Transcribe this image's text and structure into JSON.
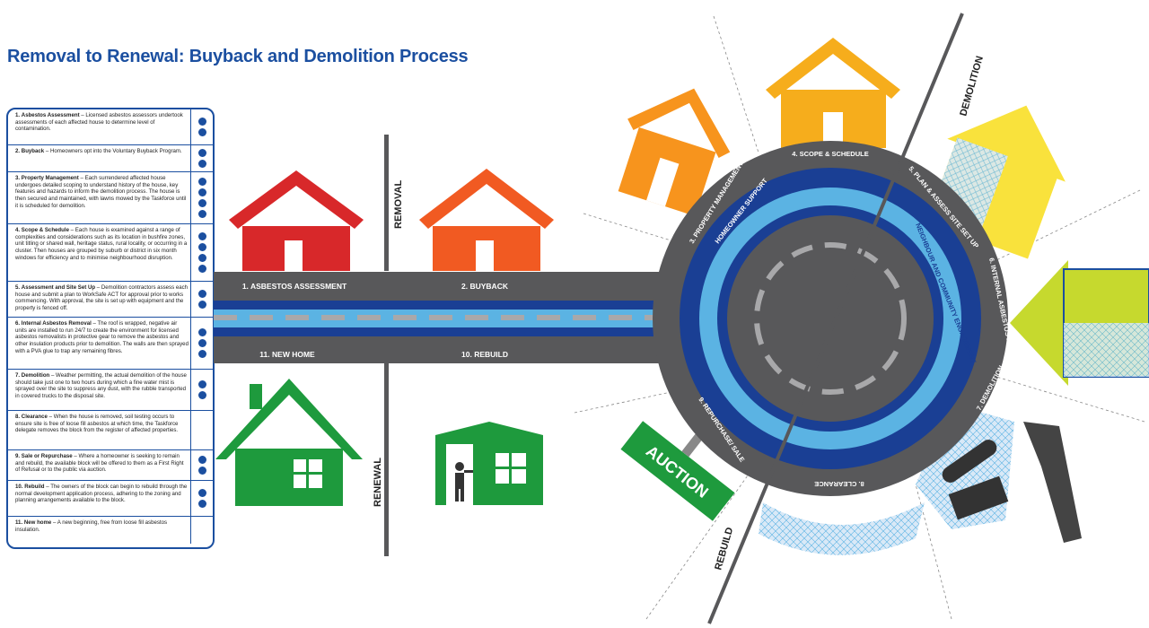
{
  "title": "Removal to Renewal: Buyback and Demolition Process",
  "steps": [
    {
      "num": "1.",
      "name": "Asbestos Assessment",
      "text": " – Licensed asbestos assessors undertook assessments of each affected house to determine level of contamination.",
      "icons": 2
    },
    {
      "num": "2.",
      "name": "Buyback",
      "text": " – Homeowners opt into the Voluntary Buyback Program.",
      "icons": 2
    },
    {
      "num": "3.",
      "name": "Property Management",
      "text": " – Each surrendered affected house undergoes detailed scoping to understand history of the house, key features and hazards to inform the demolition process. The house is then secured and maintained, with lawns mowed by the Taskforce until it is scheduled for demolition.",
      "icons": 4
    },
    {
      "num": "4.",
      "name": "Scope & Schedule",
      "text": " – Each house is examined against a range of complexities and considerations such as its location in bushfire zones, unit titling or shared wall, heritage status, rural locality, or occurring in a cluster. Then houses are grouped by suburb or district in six month windows for efficiency and to minimise neighbourhood disruption.",
      "icons": 4
    },
    {
      "num": "5.",
      "name": "Assessment and Site Set Up",
      "text": " – Demolition contractors assess each house and submit a plan to WorkSafe ACT for approval prior to works commencing. With approval, the site is set up with equipment and the property is fenced off.",
      "icons": 2
    },
    {
      "num": "6.",
      "name": "Internal Asbestos Removal",
      "text": " – The roof is wrapped, negative air units are installed to run 24/7 to create the environment for licensed asbestos removalists in protective gear to remove the asbestos and other insulation products prior to demolition. The walls are then sprayed with a PVA glue to trap any remaining fibres.",
      "icons": 3
    },
    {
      "num": "7.",
      "name": "Demolition",
      "text": " – Weather permitting, the actual demolition of the house should take just one to two hours during which a fine water mist is sprayed over the site to suppress any dust, with the rubble transported in covered trucks to the disposal site.",
      "icons": 2
    },
    {
      "num": "8.",
      "name": "Clearance",
      "text": " – When the house is removed, soil testing occurs to ensure site is free of loose fill asbestos at which time, the Taskforce delegate removes the block from the register of affected properties.",
      "icons": 0
    },
    {
      "num": "9.",
      "name": "Sale or Repurchase",
      "text": " – Where a homeowner is seeking to remain and rebuild, the available block will be offered to them as a First Right of Refusal or to the public via auction.",
      "icons": 2
    },
    {
      "num": "10.",
      "name": "Rebuild",
      "text": " – The owners of the block can begin to rebuild through the normal development application process, adhering to the zoning and planning arrangements available to the block.",
      "icons": 2
    },
    {
      "num": "11.",
      "name": "New home",
      "text": " – A new beginning, free from loose fill asbestos insulation.",
      "icons": 0
    }
  ],
  "road_labels": {
    "asbestos_assessment": "1. ASBESTOS ASSESSMENT",
    "buyback": "2. BUYBACK",
    "new_home": "11. NEW HOME",
    "rebuild": "10. REBUILD"
  },
  "phase_labels": {
    "removal": "REMOVAL",
    "renewal": "RENEWAL",
    "demolition": "DEMOLITION",
    "rebuild": "REBUILD"
  },
  "ring_labels": {
    "property_management": "3. PROPERTY MANAGEMENT",
    "scope_schedule": "4. SCOPE & SCHEDULE",
    "plan_assess": "5. PLAN & ASSESS SITE SET UP",
    "internal_removal": "6. INTERNAL ASBESTOS REMOVAL",
    "demolition": "7. DEMOLITION",
    "clearance": "8. CLEARANCE",
    "repurchase": "9. REPURCHASE/ SALE",
    "homeowner_support": "HOMEOWNER SUPPORT",
    "community": "NEIGHBOUR AND COMMUNITY ENGAGEMENT"
  },
  "auction_label": "AUCTION",
  "colors": {
    "brand_blue": "#1b4fa0",
    "road": "#58585a",
    "red_house": "#d8282a",
    "orange_house": "#f15a22",
    "green_house": "#1e9a3d",
    "yellow_house": "#f6ad1c",
    "light_blue": "#5bb3e3",
    "dark_blue": "#1a3f94"
  }
}
